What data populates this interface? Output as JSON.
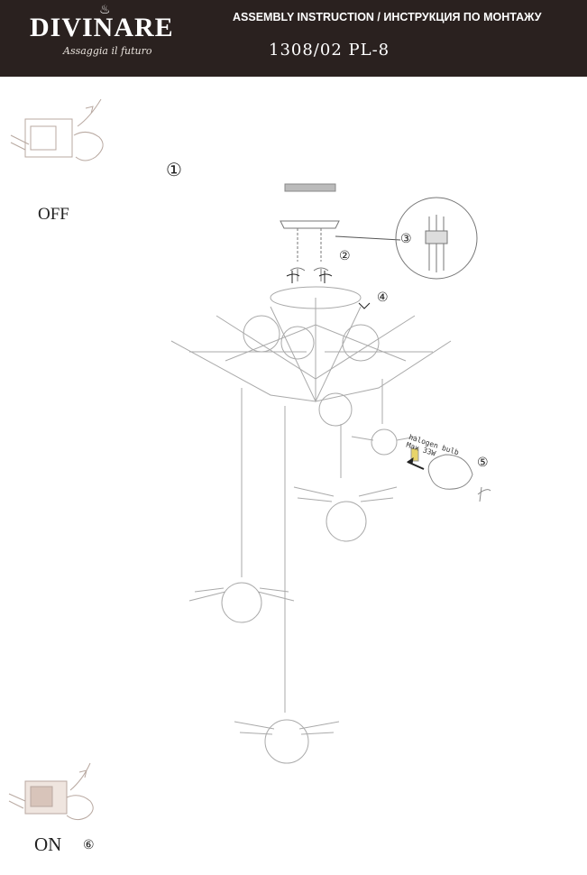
{
  "header": {
    "brand": "DIVINARE",
    "tagline": "Assaggia il futuro",
    "title": "ASSEMBLY INSTRUCTION / ИНСТРУКЦИЯ ПО МОНТАЖУ",
    "model": "1308/02 PL-8"
  },
  "switch": {
    "off_label": "OFF",
    "on_label": "ON"
  },
  "steps": [
    "①",
    "②",
    "③",
    "④",
    "⑤",
    "⑥"
  ],
  "bulb": {
    "line1": "halogen bulb",
    "line2": "Max 33W"
  },
  "colors": {
    "header_bg": "#2a211f",
    "drawing_stroke": "#999999"
  }
}
